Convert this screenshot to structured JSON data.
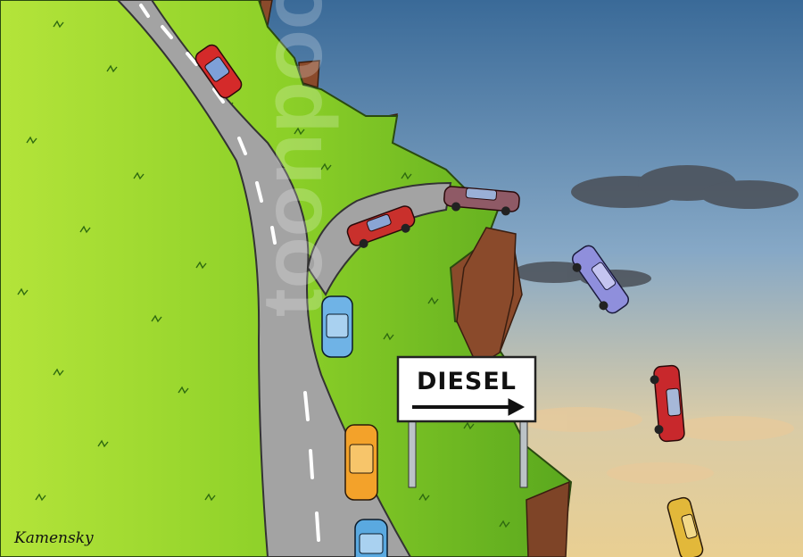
{
  "cartoon": {
    "sign_text": "DIESEL",
    "signature": "Kamensky",
    "watermark": "toonpool.com"
  },
  "colors": {
    "sky_top": "#3f6f9c",
    "sky_mid": "#7aa0c4",
    "sky_bottom": "#e7cf9a",
    "grass_light": "#a4dc2c",
    "grass_dark": "#4fa21a",
    "road": "#9c9c9c",
    "cliff": "#8a4a2b",
    "sign_face": "#ffffff",
    "sign_post": "#bcc3c7"
  },
  "cars": [
    {
      "name": "red-car-top",
      "color": "#d42a2a"
    },
    {
      "name": "red-car-branch",
      "color": "#c9302c"
    },
    {
      "name": "maroon-car-edge",
      "color": "#8f5a66"
    },
    {
      "name": "blue-car-road",
      "color": "#6fb3e6"
    },
    {
      "name": "orange-car-road",
      "color": "#f3a22a"
    },
    {
      "name": "blue-car-bottom",
      "color": "#5aa9e0"
    },
    {
      "name": "purple-car-falling",
      "color": "#8f8fdc"
    },
    {
      "name": "red-car-falling",
      "color": "#c8282c"
    },
    {
      "name": "yellow-car-falling",
      "color": "#e2b83a"
    }
  ]
}
